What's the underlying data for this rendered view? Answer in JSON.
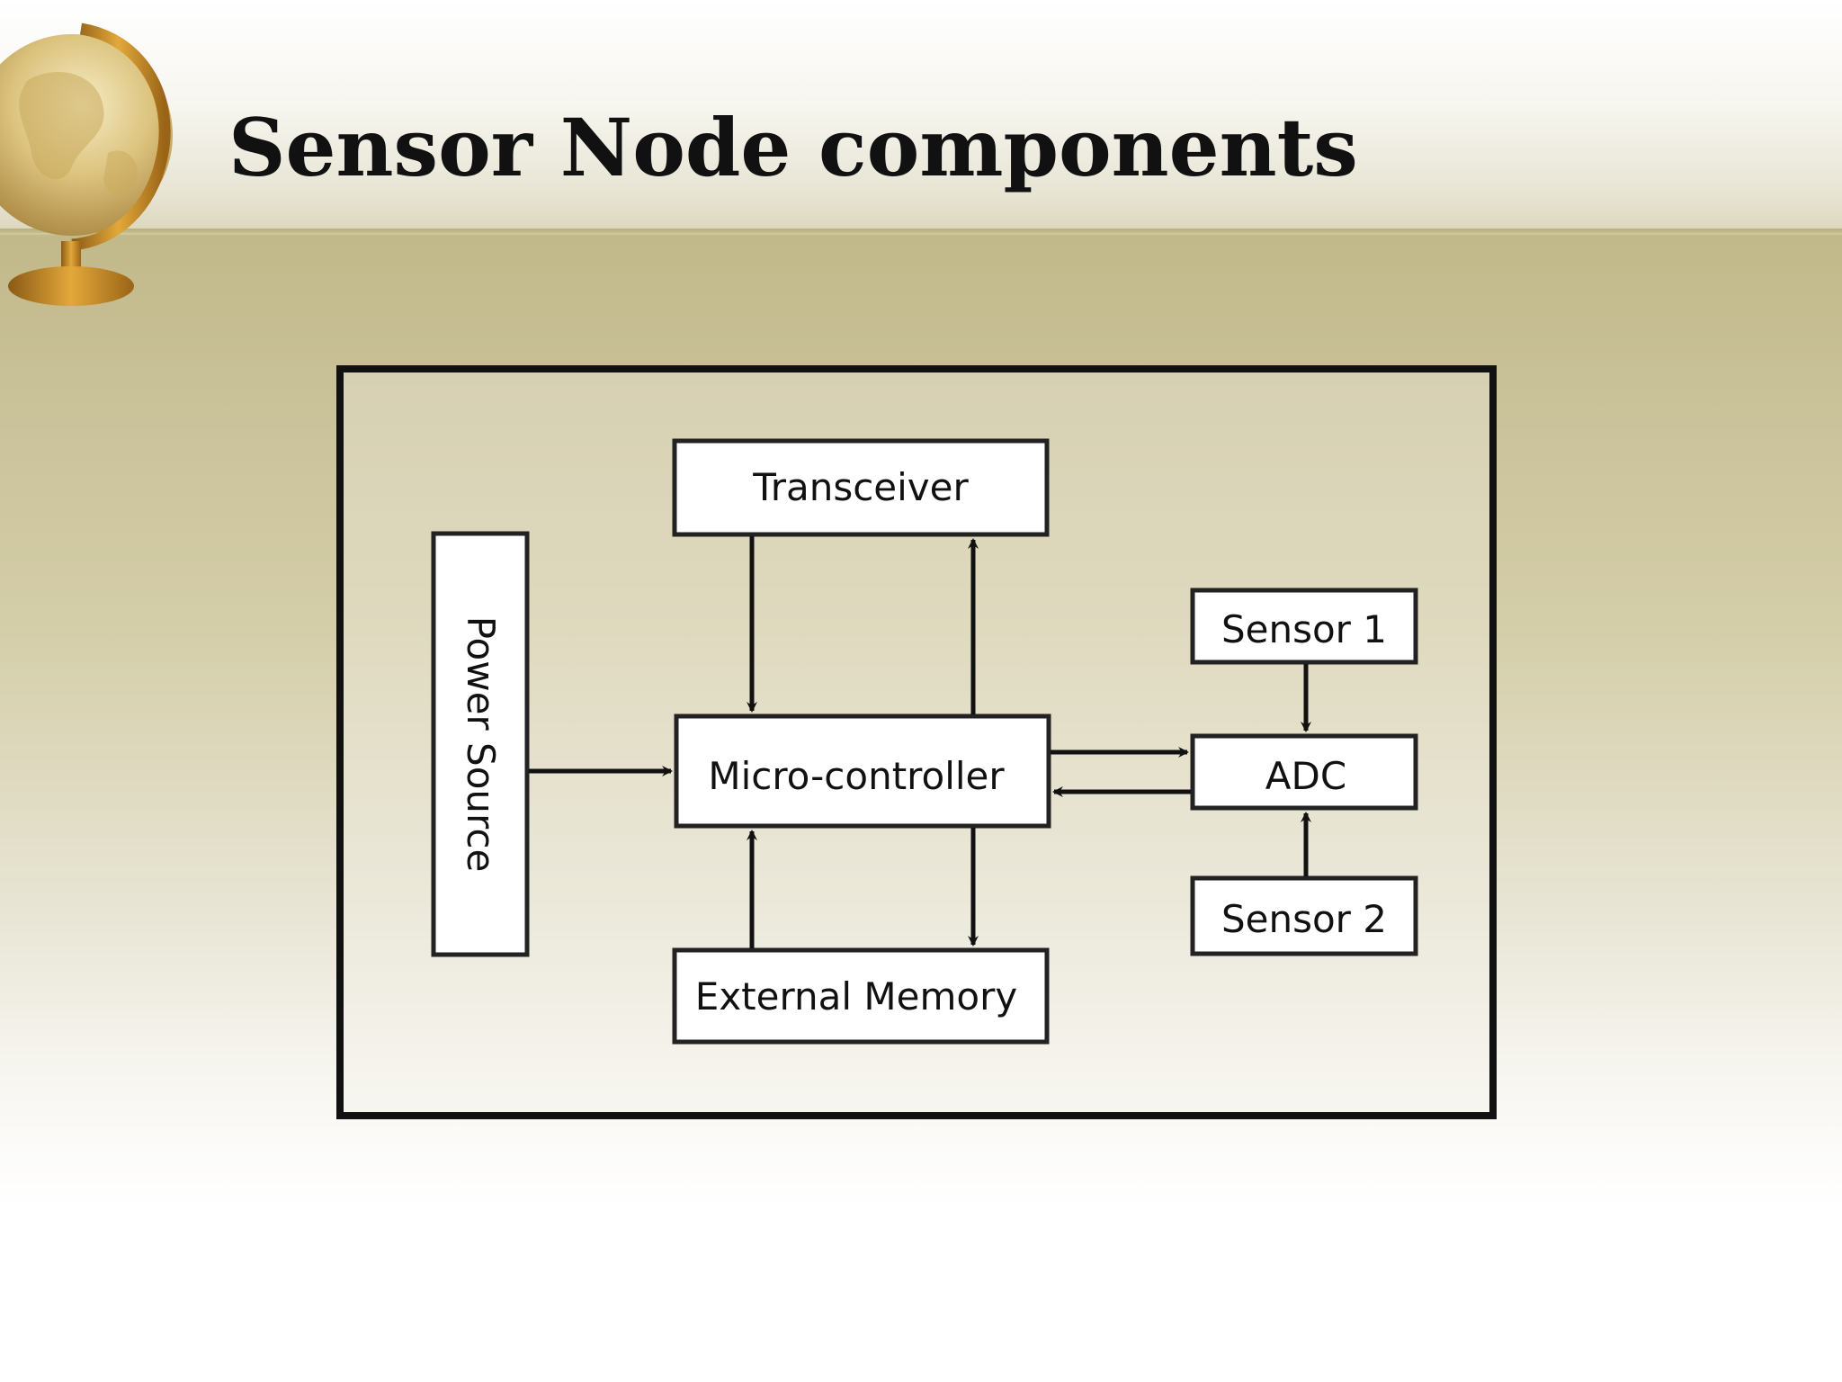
{
  "slide": {
    "title": "Sensor Node components"
  },
  "diagram": {
    "nodes": {
      "transceiver": "Transceiver",
      "power_source": "Power Source",
      "microcontroller": "Micro-controller",
      "sensor1": "Sensor 1",
      "adc": "ADC",
      "sensor2": "Sensor 2",
      "external_memory": "External Memory"
    },
    "edges": [
      {
        "from": "transceiver",
        "to": "microcontroller"
      },
      {
        "from": "microcontroller",
        "to": "transceiver"
      },
      {
        "from": "power_source",
        "to": "microcontroller"
      },
      {
        "from": "microcontroller",
        "to": "adc"
      },
      {
        "from": "adc",
        "to": "microcontroller"
      },
      {
        "from": "sensor1",
        "to": "adc"
      },
      {
        "from": "sensor2",
        "to": "adc"
      },
      {
        "from": "microcontroller",
        "to": "external_memory"
      },
      {
        "from": "external_memory",
        "to": "microcontroller"
      }
    ]
  }
}
